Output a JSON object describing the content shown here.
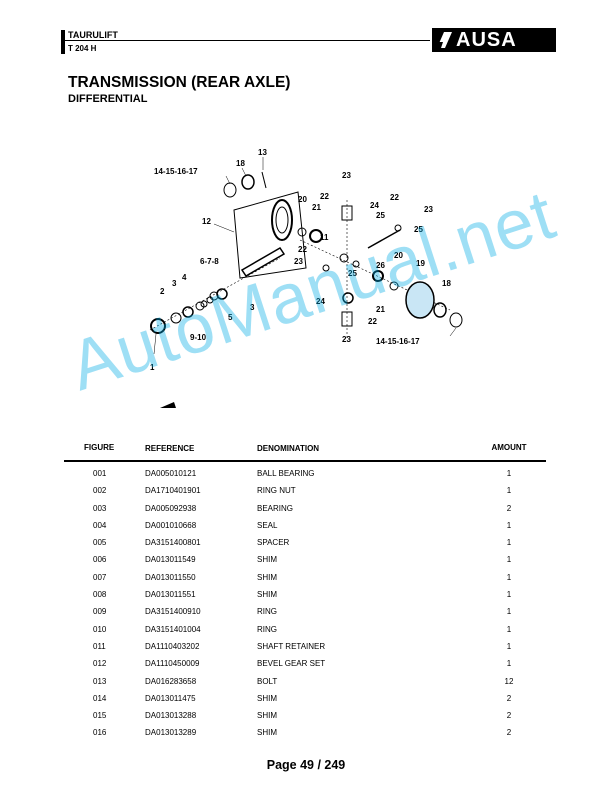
{
  "header": {
    "model": "TAURULIFT",
    "submodel": "T 204 H",
    "brand": "AUSA"
  },
  "title": "TRANSMISSION (REAR AXLE)",
  "subtitle": "DIFFERENTIAL",
  "watermark": "AutoManual.net",
  "diagram_labels": [
    "14-15-16-17",
    "18",
    "13",
    "12",
    "20",
    "21",
    "22",
    "23",
    "24",
    "25",
    "11",
    "22",
    "23",
    "25",
    "6-7-8",
    "4",
    "3",
    "2",
    "5",
    "9-10",
    "1",
    "22",
    "23",
    "26",
    "20",
    "19",
    "18",
    "25",
    "24",
    "21",
    "22",
    "23",
    "14-15-16-17",
    "3"
  ],
  "table": {
    "headers": {
      "figure": "FIGURE",
      "reference": "REFERENCE",
      "denomination": "DENOMINATION",
      "amount": "AMOUNT"
    },
    "rows": [
      {
        "figure": "001",
        "reference": "DA005010121",
        "denomination": "BALL BEARING",
        "amount": "1"
      },
      {
        "figure": "002",
        "reference": "DA1710401901",
        "denomination": "RING NUT",
        "amount": "1"
      },
      {
        "figure": "003",
        "reference": "DA005092938",
        "denomination": "BEARING",
        "amount": "2"
      },
      {
        "figure": "004",
        "reference": "DA001010668",
        "denomination": "SEAL",
        "amount": "1"
      },
      {
        "figure": "005",
        "reference": "DA3151400801",
        "denomination": "SPACER",
        "amount": "1"
      },
      {
        "figure": "006",
        "reference": "DA013011549",
        "denomination": "SHIM",
        "amount": "1"
      },
      {
        "figure": "007",
        "reference": "DA013011550",
        "denomination": "SHIM",
        "amount": "1"
      },
      {
        "figure": "008",
        "reference": "DA013011551",
        "denomination": "SHIM",
        "amount": "1"
      },
      {
        "figure": "009",
        "reference": "DA3151400910",
        "denomination": "RING",
        "amount": "1"
      },
      {
        "figure": "010",
        "reference": "DA3151401004",
        "denomination": "RING",
        "amount": "1"
      },
      {
        "figure": "011",
        "reference": "DA1110403202",
        "denomination": "SHAFT RETAINER",
        "amount": "1"
      },
      {
        "figure": "012",
        "reference": "DA1110450009",
        "denomination": "BEVEL GEAR SET",
        "amount": "1"
      },
      {
        "figure": "013",
        "reference": "DA016283658",
        "denomination": "BOLT",
        "amount": "12"
      },
      {
        "figure": "014",
        "reference": "DA013011475",
        "denomination": "SHIM",
        "amount": "2"
      },
      {
        "figure": "015",
        "reference": "DA013013288",
        "denomination": "SHIM",
        "amount": "2"
      },
      {
        "figure": "016",
        "reference": "DA013013289",
        "denomination": "SHIM",
        "amount": "2"
      }
    ]
  },
  "footer": {
    "page": "Page 49 / 249"
  }
}
